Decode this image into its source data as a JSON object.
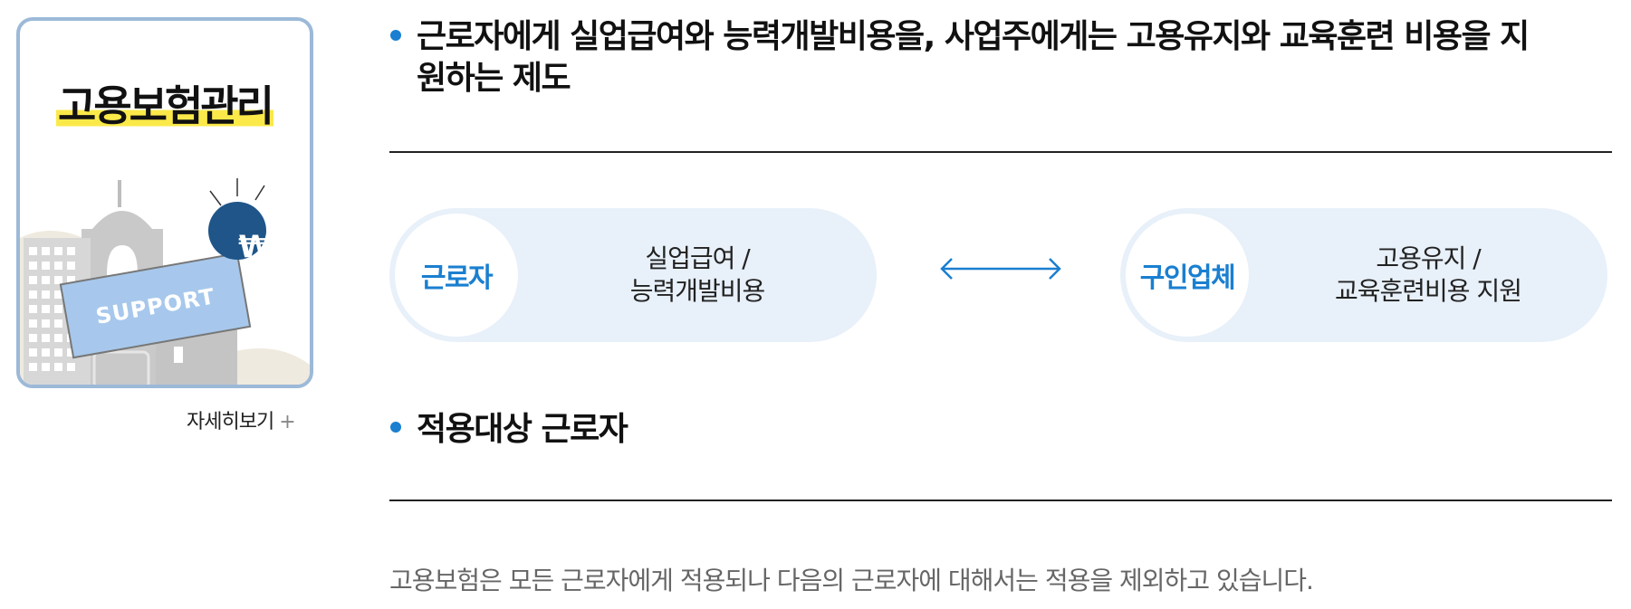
{
  "card": {
    "title": "고용보험관리",
    "illustration_label": "SUPPORT",
    "coin_symbol": "₩",
    "more_label": "자세히보기",
    "more_icon": "+"
  },
  "section1": {
    "title_line1": "근로자에게 실업급여와 능력개발비용을, 사업주에게는 고용유지와 교육훈련 비용을 지",
    "title_line2": "원하는 제도"
  },
  "diagram": {
    "left": {
      "label": "근로자",
      "text_line1": "실업급여 /",
      "text_line2": "능력개발비용"
    },
    "right": {
      "label": "구인업체",
      "text_line1": "고용유지 /",
      "text_line2": "교육훈련비용 지원"
    },
    "arrow_icon": "double-arrow-icon"
  },
  "section2": {
    "title": "적용대상 근로자",
    "description": "고용보험은 모든 근로자에게 적용되나 다음의 근로자에 대해서는 적용을 제외하고 있습니다."
  },
  "colors": {
    "accent": "#1a7fd0",
    "pill_bg": "#e8f0f9",
    "card_border": "#9cb9d8",
    "highlight": "#fbe94a"
  }
}
